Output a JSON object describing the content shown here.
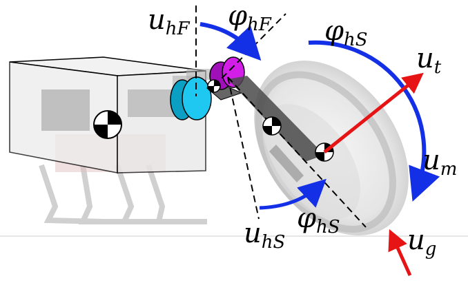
{
  "labels": {
    "u_hF": {
      "main": "u",
      "sub": "hF"
    },
    "phi_hF": {
      "main": "φ",
      "sub": "hF"
    },
    "phi_hS_top": {
      "main": "φ",
      "sub": "hS"
    },
    "u_t": {
      "main": "u",
      "sub": "t"
    },
    "u_m": {
      "main": "u",
      "sub": "m"
    },
    "u_hS": {
      "main": "u",
      "sub": "hS"
    },
    "phi_hS_bottom": {
      "main": "φ",
      "sub": "hS"
    },
    "u_g": {
      "main": "u",
      "sub": "g"
    }
  },
  "colors": {
    "arc_blue": "#1430e6",
    "force_red": "#e61414",
    "hip_cyan": "#1ec8f0",
    "knee_magenta": "#d21ee6",
    "link_gray": "#555555",
    "body_outline": "#000000"
  }
}
